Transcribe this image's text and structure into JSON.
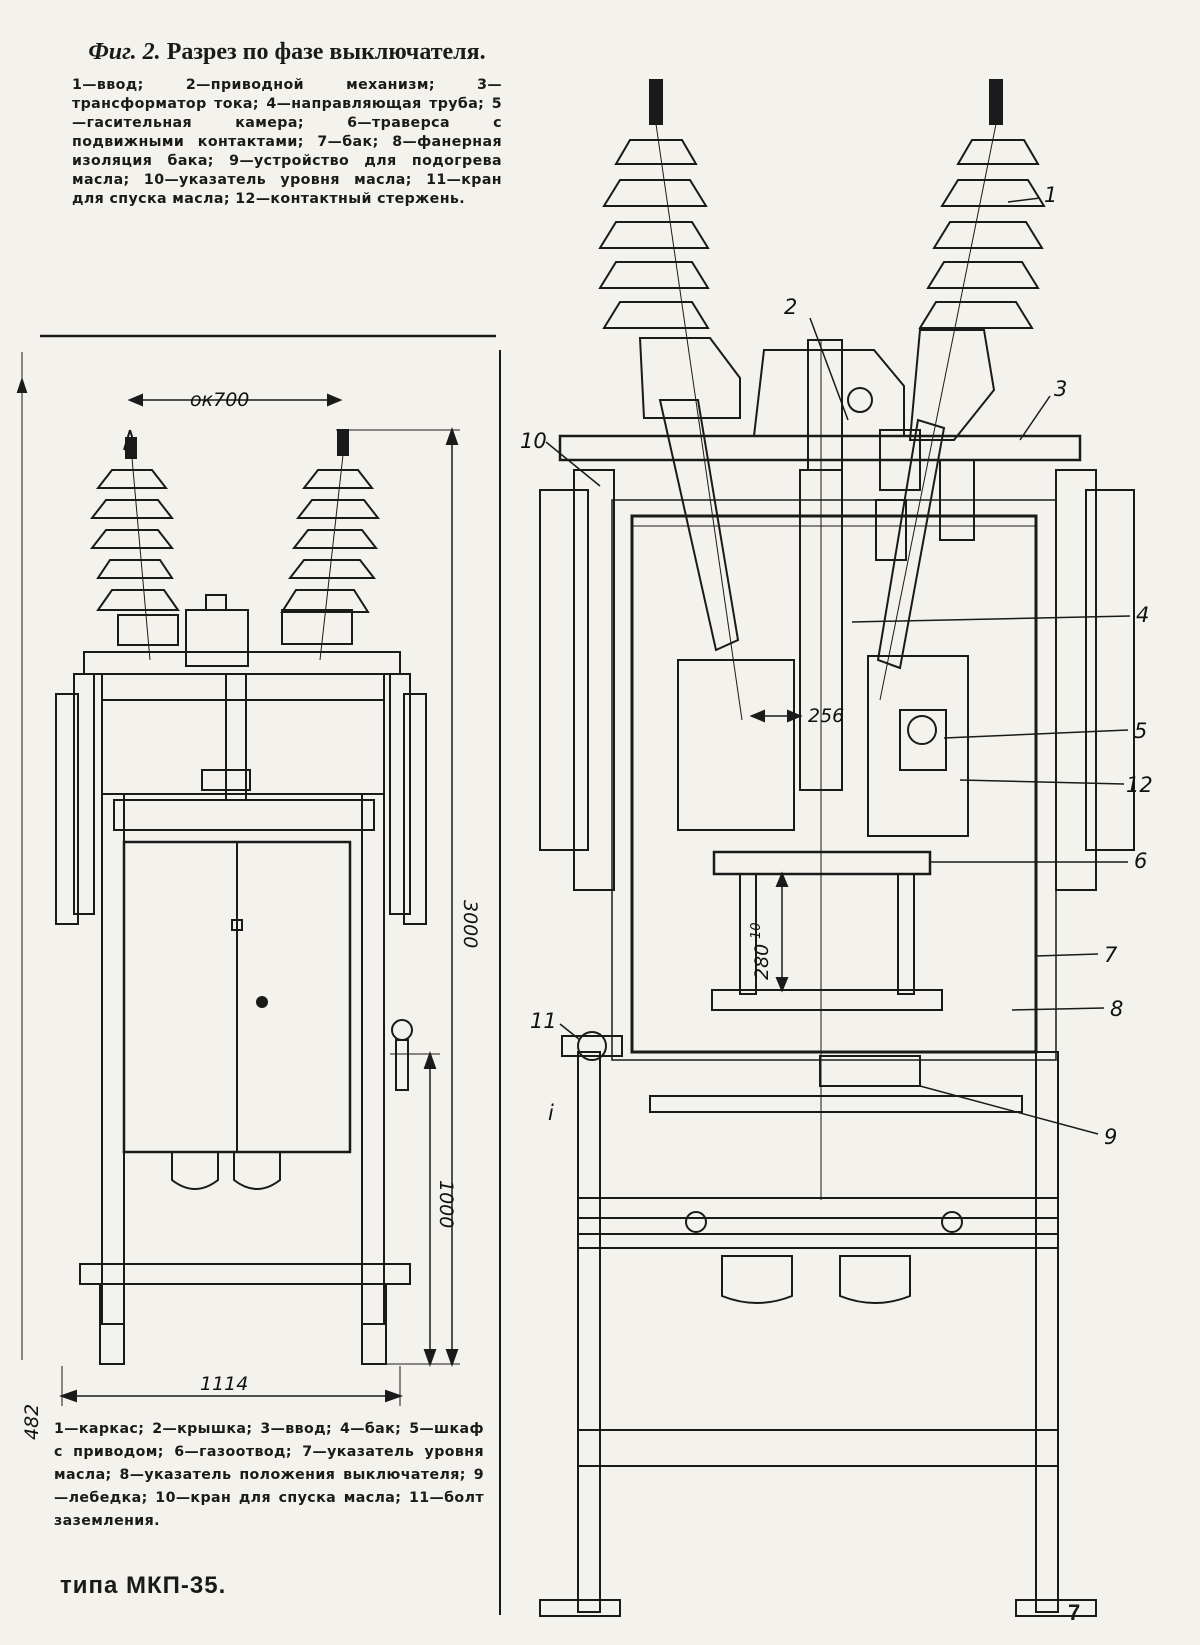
{
  "figure_caption": {
    "label": "Фиг. 2.",
    "title": "Разрез по фазе выключателя.",
    "legend": "1—ввод; 2—приводной механизм; 3—трансформатор тока; 4—направляющая труба; 5—гасительная камера; 6—траверса с подвижными контактами; 7—бак; 8—фанерная изоляция бака; 9—устройство для подогрева масла; 10—указатель уровня масла; 11—кран для спуска масла; 12—контактный стержень."
  },
  "front_view": {
    "dimensions": {
      "top_width": "ок700",
      "height_total": "3000",
      "height_lower": "1000",
      "base_width": "1114",
      "offset": "482"
    },
    "legend": "1—каркас; 2—крышка; 3—ввод; 4—бак; 5—шкаф с приводом; 6—газоотвод; 7—указатель уровня масла; 8—указатель положения выключателя; 9—лебедка; 10—кран для спуска масла; 11—болт заземления.",
    "type_label": "типа МКП-35."
  },
  "section_view": {
    "dimensions": {
      "contact_gap": "256",
      "stroke": "280",
      "stroke_tol": "-10"
    },
    "callouts": [
      "1",
      "2",
      "3",
      "4",
      "5",
      "6",
      "7",
      "8",
      "9",
      "10",
      "11",
      "12"
    ],
    "marker": "i"
  },
  "page_number": "7"
}
